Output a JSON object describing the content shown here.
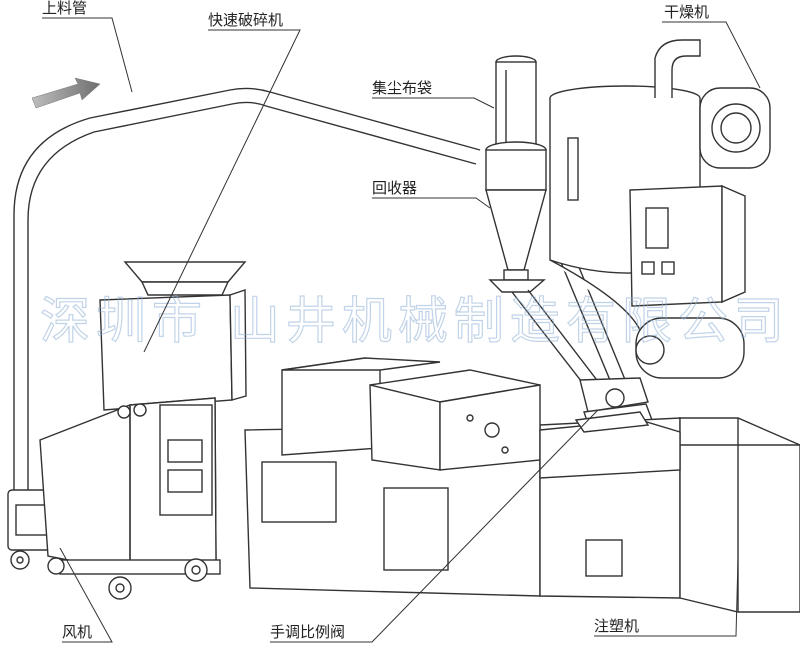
{
  "labels": {
    "feed_pipe": "上料管",
    "crusher": "快速破碎机",
    "dryer": "干燥机",
    "dust_bag": "集尘布袋",
    "collector": "回收器",
    "fan": "风机",
    "valve": "手调比例阀",
    "molding_machine": "注塑机"
  },
  "watermark": "深圳市 山井机械制造有限公司",
  "colors": {
    "line": "#333333",
    "arrow": "#8a8a8a",
    "watermark": "#8fb0d6"
  },
  "icons": {
    "flow_arrow": "arrow-right-icon"
  }
}
